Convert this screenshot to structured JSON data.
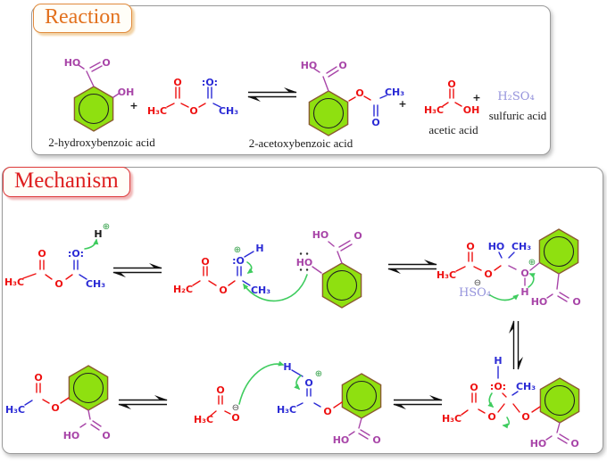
{
  "colors": {
    "bond_red": "#EE1111",
    "bond_blue": "#2B2BD5",
    "bond_purple": "#A845A8",
    "ring_fill": "#8FE010",
    "arrow_green": "#3FCC5F",
    "charge_green": "#2E9E44",
    "lavender": "#9694DC",
    "title_orange": "#E2711D",
    "title_red": "#DE1F1F",
    "panel_border": "#9A9A9A"
  },
  "reaction": {
    "title": "Reaction",
    "salicylic": {
      "name": "2-hydroxybenzoic acid",
      "ho": "HO",
      "o": "O",
      "oh": "OH"
    },
    "plus1": "+",
    "anhydride": {
      "h3c": "H₃C",
      "o1": "O",
      "o2": "O",
      "o3": ":O:",
      "ch3": "CH₃"
    },
    "aspirin": {
      "name": "2-acetoxybenzoic acid",
      "ho": "HO",
      "o1": "O",
      "o2": "O",
      "ch3": "CH₃",
      "o3": "O"
    },
    "plus2": "+",
    "acetic": {
      "name": "acetic acid",
      "h3c": "H₃C",
      "o": "O",
      "oh": "OH"
    },
    "plus3": "+",
    "catalyst": {
      "formula": "H₂SO₄",
      "name": "sulfuric acid"
    }
  },
  "mechanism": {
    "title": "Mechanism",
    "s1": {
      "h3c": "H₃C",
      "o1": "O",
      "o2": "O",
      "o3": ":O:",
      "ch3": "CH₃",
      "h": "H",
      "charge": "⊕"
    },
    "s2": {
      "h2c": "H₂C",
      "o1": "O",
      "o2": "O",
      "o3": ":O",
      "charge": "⊕",
      "h": "H",
      "ch3": "CH₃"
    },
    "s2b": {
      "ho_phenol": "HO",
      "ho": "HO",
      "o": "O"
    },
    "s3": {
      "h3c": "H₃C",
      "o1": "O",
      "o2": "O",
      "ho": "HO",
      "ch3": "CH₃",
      "o3": "O",
      "charge": "⊕",
      "h": "H",
      "ho2": "HO",
      "o4": "O",
      "hso4": "HSO₄",
      "hso4_charge": "⊖"
    },
    "s4": {
      "h": "H",
      "o1": ":O:",
      "ch3": "CH₃",
      "h3c": "H₃C",
      "o2": "O",
      "o3": "O",
      "o4": "O",
      "ho": "HO",
      "o5": "O"
    },
    "s5a": {
      "h3c": "H₃C",
      "o1": "O",
      "o2": "O",
      "charge": "⊖"
    },
    "s5b": {
      "h": "H",
      "o1": "O",
      "charge": "⊕",
      "h3c": "H₃C",
      "o2": "O",
      "ho": "HO",
      "o3": "O"
    },
    "s6": {
      "h3c": "H₃C",
      "o1": "O",
      "o2": "O",
      "ho": "HO",
      "o3": "O"
    }
  }
}
